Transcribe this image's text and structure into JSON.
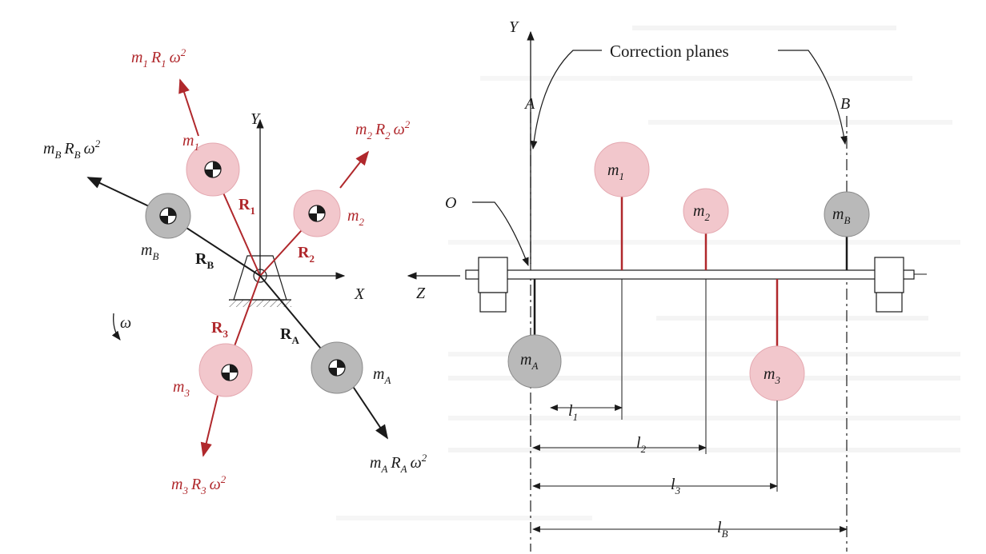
{
  "colors": {
    "red_vector": "#b0282c",
    "black_vector": "#1a1a1a",
    "pink_mass": "#f2c7cc",
    "gray_mass": "#b9b9b9"
  },
  "left_view": {
    "axis_y": "Y",
    "axis_x": "X",
    "omega": "ω",
    "force_m1": {
      "m": "m",
      "s1": "1",
      "r": "R",
      "s2": "1",
      "w": "ω",
      "p": "2"
    },
    "force_m2": {
      "m": "m",
      "s1": "2",
      "r": "R",
      "s2": "2",
      "w": "ω",
      "p": "2"
    },
    "force_m3": {
      "m": "m",
      "s1": "3",
      "r": "R",
      "s2": "3",
      "w": "ω",
      "p": "2"
    },
    "force_mA": {
      "m": "m",
      "s1": "A",
      "r": "R",
      "s2": "A",
      "w": "ω",
      "p": "2"
    },
    "force_mB": {
      "m": "m",
      "s1": "B",
      "r": "R",
      "s2": "B",
      "w": "ω",
      "p": "2"
    },
    "mass_m1": {
      "m": "m",
      "s": "1"
    },
    "mass_m2": {
      "m": "m",
      "s": "2"
    },
    "mass_m3": {
      "m": "m",
      "s": "3"
    },
    "mass_mA": {
      "m": "m",
      "s": "A"
    },
    "mass_mB": {
      "m": "m",
      "s": "B"
    },
    "vec_R1": {
      "r": "R",
      "s": "1"
    },
    "vec_R2": {
      "r": "R",
      "s": "2"
    },
    "vec_R3": {
      "r": "R",
      "s": "3"
    },
    "vec_RA": {
      "r": "R",
      "s": "A"
    },
    "vec_RB": {
      "r": "R",
      "s": "B"
    }
  },
  "right_view": {
    "axis_y": "Y",
    "axis_z": "Z",
    "origin": "O",
    "title": "Correction planes",
    "plane_a": "A",
    "plane_b": "B",
    "mass_m1": {
      "m": "m",
      "s": "1"
    },
    "mass_m2": {
      "m": "m",
      "s": "2"
    },
    "mass_m3": {
      "m": "m",
      "s": "3"
    },
    "mass_mA": {
      "m": "m",
      "s": "A"
    },
    "mass_mB": {
      "m": "m",
      "s": "B"
    },
    "dim_l1": {
      "l": "l",
      "s": "1"
    },
    "dim_l2": {
      "l": "l",
      "s": "2"
    },
    "dim_l3": {
      "l": "l",
      "s": "3"
    },
    "dim_lB": {
      "l": "l",
      "s": "B"
    }
  }
}
